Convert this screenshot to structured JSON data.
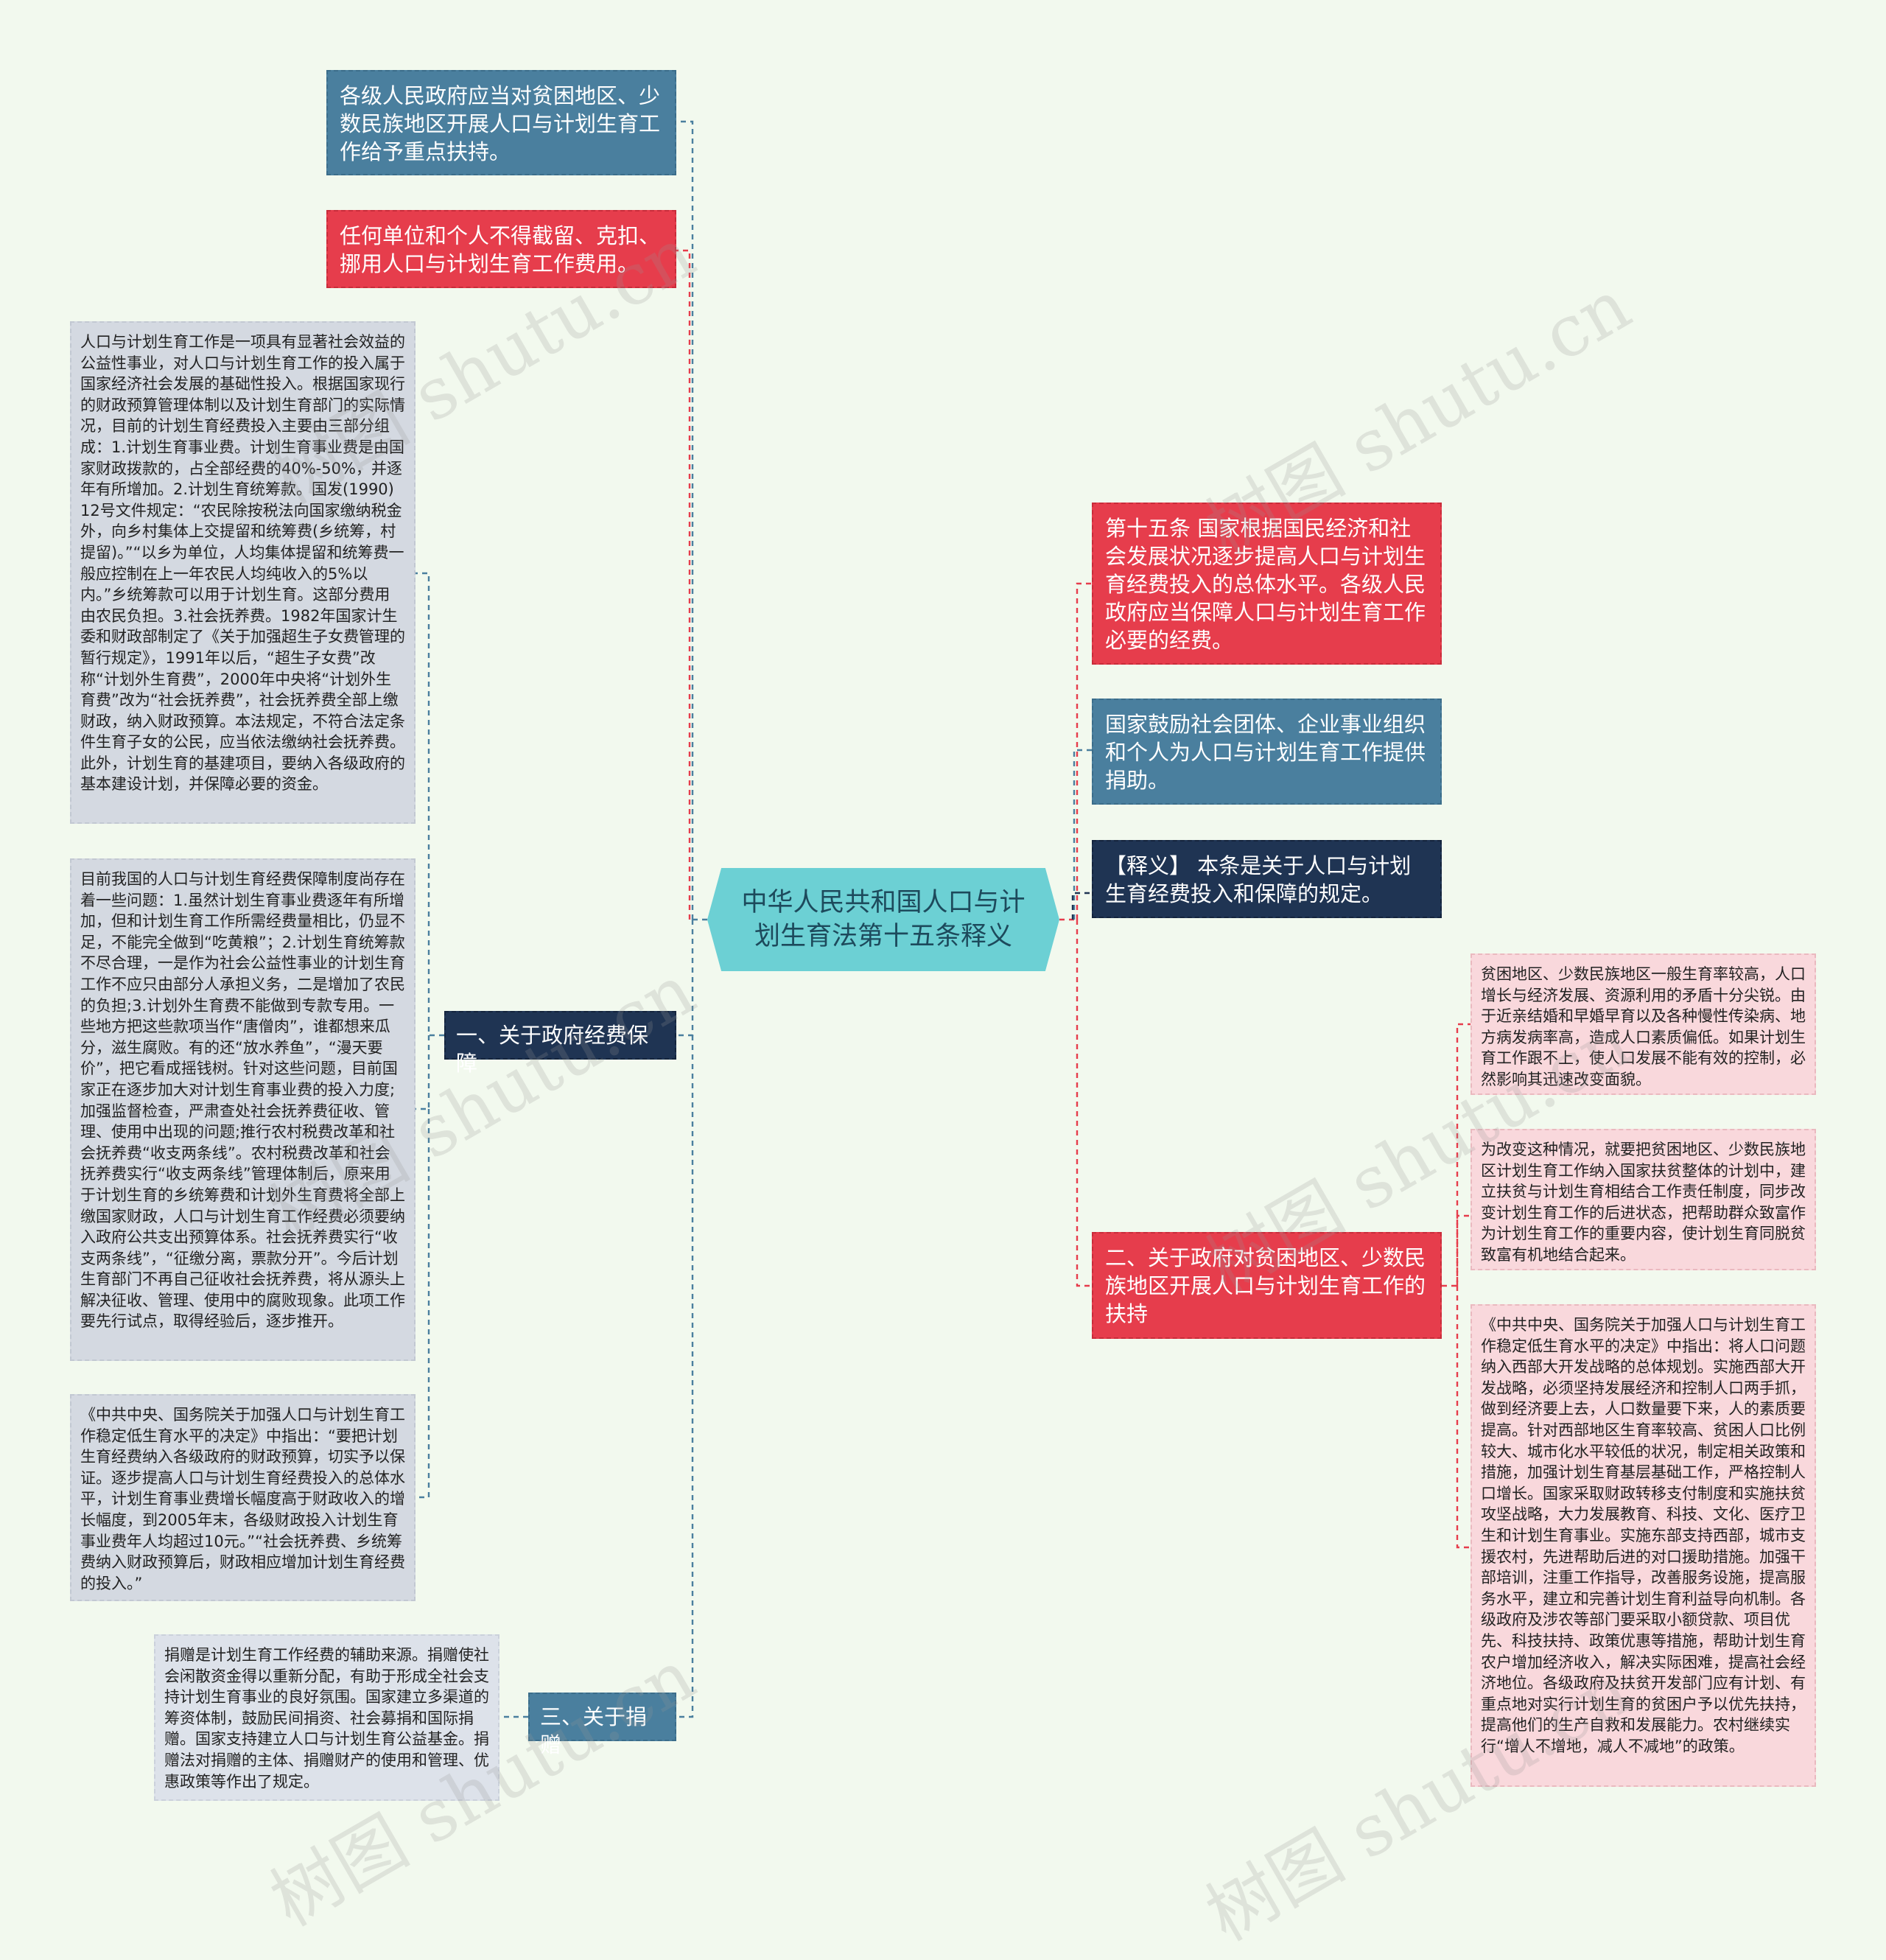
{
  "center": {
    "title": "中华人民共和国人口与计划生育法第十五条释义"
  },
  "left": {
    "top_blue": "各级人民政府应当对贫困地区、少数民族地区开展人口与计划生育工作给予重点扶持。",
    "top_red": "任何单位和个人不得截留、克扣、挪用人口与计划生育工作费用。",
    "branch1": {
      "label": "一、关于政府经费保障",
      "details": [
        "人口与计划生育工作是一项具有显著社会效益的公益性事业，对人口与计划生育工作的投入属于国家经济社会发展的基础性投入。根据国家现行的财政预算管理体制以及计划生育部门的实际情况，目前的计划生育经费投入主要由三部分组成：1.计划生育事业费。计划生育事业费是由国家财政拨款的，占全部经费的40%-50%，并逐年有所增加。2.计划生育统筹款。国发(1990) 12号文件规定：“农民除按税法向国家缴纳税金外，向乡村集体上交提留和统筹费(乡统筹，村提留)。”“以乡为单位，人均集体提留和统筹费一般应控制在上一年农民人均纯收入的5%以内。”乡统筹款可以用于计划生育。这部分费用由农民负担。3.社会抚养费。1982年国家计生委和财政部制定了《关于加强超生子女费管理的暂行规定》，1991年以后，“超生子女费”改称“计划外生育费”，2000年中央将“计划外生育费”改为“社会抚养费”，社会抚养费全部上缴财政，纳入财政预算。本法规定，不符合法定条件生育子女的公民，应当依法缴纳社会抚养费。此外，计划生育的基建项目，要纳入各级政府的基本建设计划，并保障必要的资金。",
        "目前我国的人口与计划生育经费保障制度尚存在着一些问题：1.虽然计划生育事业费逐年有所增加，但和计划生育工作所需经费量相比，仍显不足，不能完全做到“吃黄粮”；2.计划生育统筹款不尽合理，一是作为社会公益性事业的计划生育工作不应只由部分人承担义务，二是增加了农民的负担;3.计划外生育费不能做到专款专用。一些地方把这些款项当作“唐僧肉”，谁都想来瓜分，滋生腐败。有的还“放水养鱼”，“漫天要价”，把它看成摇钱树。针对这些问题，目前国家正在逐步加大对计划生育事业费的投入力度;加强监督检查，严肃查处社会抚养费征收、管理、使用中出现的问题;推行农村税费改革和社会抚养费“收支两条线”。农村税费改革和社会抚养费实行“收支两条线”管理体制后，原来用于计划生育的乡统筹费和计划外生育费将全部上缴国家财政，人口与计划生育工作经费必须要纳入政府公共支出预算体系。社会抚养费实行“收支两条线”，“征缴分离，票款分开”。今后计划生育部门不再自己征收社会抚养费，将从源头上解决征收、管理、使用中的腐败现象。此项工作要先行试点，取得经验后，逐步推开。",
        "《中共中央、国务院关于加强人口与计划生育工作稳定低生育水平的决定》中指出：“要把计划生育经费纳入各级政府的财政预算，切实予以保证。逐步提高人口与计划生育经费投入的总体水平，计划生育事业费增长幅度高于财政收入的增长幅度，到2005年末，各级财政投入计划生育事业费年人均超过10元。”“社会抚养费、乡统筹费纳入财政预算后，财政相应增加计划生育经费的投入。”"
      ]
    },
    "branch3": {
      "label": "三、关于捐赠",
      "detail": "捐赠是计划生育工作经费的辅助来源。捐赠使社会闲散资金得以重新分配，有助于形成全社会支持计划生育事业的良好氛围。国家建立多渠道的筹资体制，鼓励民间捐资、社会募捐和国际捐赠。国家支持建立人口与计划生育公益基金。捐赠法对捐赠的主体、捐赠财产的使用和管理、优惠政策等作出了规定。"
    }
  },
  "right": {
    "article": "第十五条 国家根据国民经济和社会发展状况逐步提高人口与计划生育经费投入的总体水平。各级人民政府应当保障人口与计划生育工作必要的经费。",
    "encourage": "国家鼓励社会团体、企业事业组织和个人为人口与计划生育工作提供捐助。",
    "interpretation": "【释义】 本条是关于人口与计划生育经费投入和保障的规定。",
    "branch2": {
      "label": "二、关于政府对贫困地区、少数民族地区开展人口与计划生育工作的扶持",
      "details": [
        "贫困地区、少数民族地区一般生育率较高，人口增长与经济发展、资源利用的矛盾十分尖锐。由于近亲结婚和早婚早育以及各种慢性传染病、地方病发病率高，造成人口素质偏低。如果计划生育工作跟不上，使人口发展不能有效的控制，必然影响其迅速改变面貌。",
        "为改变这种情况，就要把贫困地区、少数民族地区计划生育工作纳入国家扶贫整体的计划中，建立扶贫与计划生育相结合工作责任制度，同步改变计划生育工作的后进状态，把帮助群众致富作为计划生育工作的重要内容，使计划生育同脱贫致富有机地结合起来。",
        "《中共中央、国务院关于加强人口与计划生育工作稳定低生育水平的决定》中指出：将人口问题纳入西部大开发战略的总体规划。实施西部大开发战略，必须坚持发展经济和控制人口两手抓，做到经济要上去，人口数量要下来，人的素质要提高。针对西部地区生育率较高、贫困人口比例较大、城市化水平较低的状况，制定相关政策和措施，加强计划生育基层基础工作，严格控制人口增长。国家采取财政转移支付制度和实施扶贫攻坚战略，大力发展教育、科技、文化、医疗卫生和计划生育事业。实施东部支持西部，城市支援农村，先进帮助后进的对口援助措施。加强干部培训，注重工作指导，改善服务设施，提高服务水平，建立和完善计划生育利益导向机制。各级政府及涉农等部门要采取小额贷款、项目优先、科技扶持、政策优惠等措施，帮助计划生育农户增加经济收入，解决实际困难，提高社会经济地位。各级政府及扶贫开发部门应有计划、有重点地对实行计划生育的贫困户予以优先扶持，提高他们的生产自救和发展能力。农村继续实行“增人不增地，减人不减地”的政策。"
      ]
    }
  },
  "watermark": "树图 shutu.cn",
  "colors": {
    "background": "#f2f9ee",
    "center": "#6cd0d4",
    "blue": "#4a7f9e",
    "red": "#e63d4c",
    "navy": "#1f3453",
    "grey": "#d4d9e1",
    "pink": "#f9d8dc"
  }
}
